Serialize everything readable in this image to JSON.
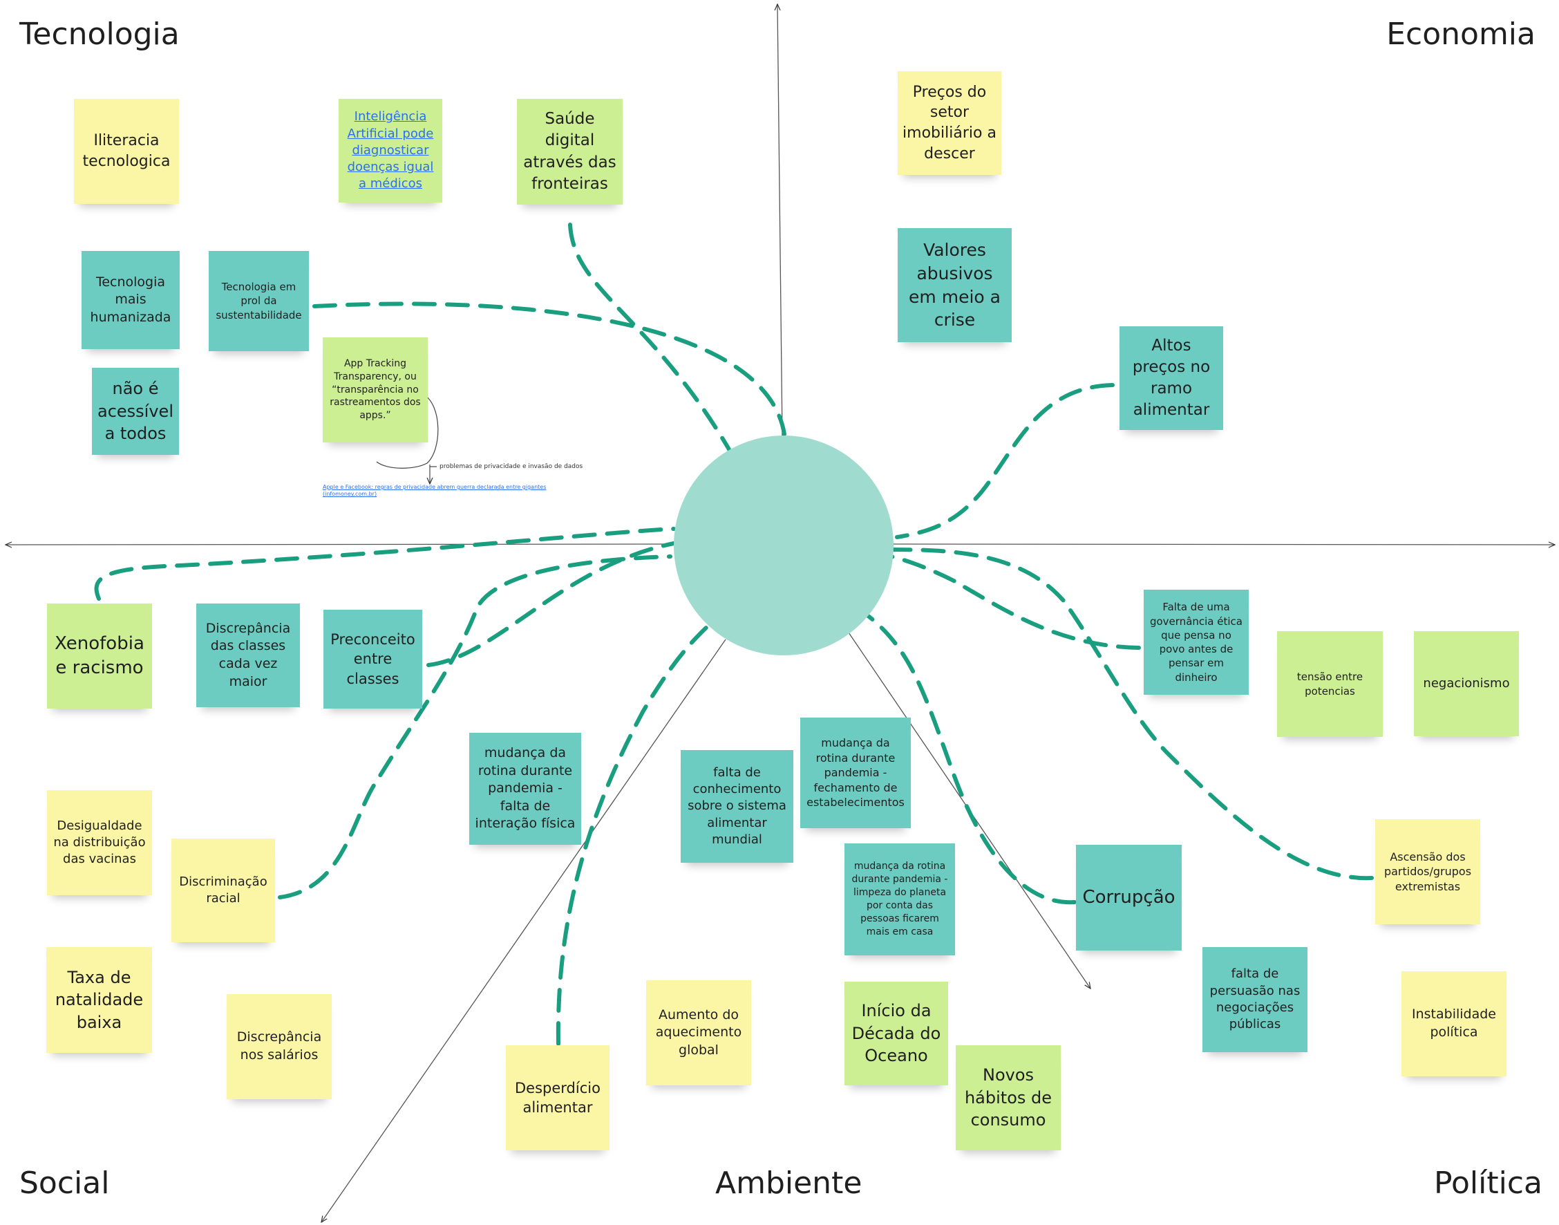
{
  "quadrants": {
    "tecnologia": "Tecnologia",
    "economia": "Economia",
    "social": "Social",
    "ambiente": "Ambiente",
    "politica": "Política"
  },
  "notes": {
    "iliteracia": "Iliteracia tecnologica",
    "ia_diagnostico": "Inteligência Artificial pode diagnosticar doenças igual a médicos",
    "saude_digital": "Saúde digital através das fronteiras",
    "tecnologia_humanizada": "Tecnologia mais humanizada",
    "tecnologia_sustentabilidade": "Tecnologia em prol da sustentabilidade",
    "nao_acessivel": "não é acessível a todos",
    "app_tracking": "App Tracking Transparency, ou “transparência no rastreamentos dos apps.”",
    "precos_imobiliario": "Preços do setor imobiliário a descer",
    "valores_abusivos": "Valores abusivos em meio a crise",
    "altos_precos": "Altos preços no ramo alimentar",
    "xenofobia": "Xenofobia e racismo",
    "discrepancia_classes": "Discrepância das classes cada vez maior",
    "preconceito_classes": "Preconceito entre classes",
    "mudanca_interacao": "mudança da rotina durante pandemia - falta de interação física",
    "falta_conhecimento": "falta de conhecimento sobre o sistema alimentar mundial",
    "mudanca_estabelecimentos": "mudança da rotina durante pandemia - fechamento de estabelecimentos",
    "mudanca_limpeza": "mudança da rotina durante pandemia - limpeza do planeta por conta das pessoas ficarem mais em casa",
    "governanca_etica": "Falta de uma governância ética que pensa no povo antes de pensar em dinheiro",
    "tensao_potencias": "tensão entre potencias",
    "negacionismo": "negacionismo",
    "desigualdade_vacinas": "Desigualdade na distribuição das vacinas",
    "discriminacao_racial": "Discriminação racial",
    "taxa_natalidade": "Taxa de natalidade baixa",
    "discrepancia_salarios": "Discrepância nos salários",
    "desperdicio": "Desperdício alimentar",
    "aquecimento": "Aumento do aquecimento global",
    "decada_oceano": "Início da Década do Oceano",
    "novos_habitos": "Novos hábitos de consumo",
    "corrupcao": "Corrupção",
    "falta_persuasao": "falta de persuasão nas negociações públicas",
    "ascensao_extremistas": "Ascensão dos partidos/grupos extremistas",
    "instabilidade": "Instabilidade política"
  },
  "annotations": {
    "privacidade": "problemas de privacidade e invasão de dados",
    "link_line1": "Apple e Facebook: regras de privacidade abrem guerra declarada entre gigantes",
    "link_line2": "(infomoney.com.br)"
  },
  "colors": {
    "yellow": "#fbf5a6",
    "green": "#cdef94",
    "teal": "#6cccc2",
    "hub": "#9fdccf",
    "connector": "#1a9e80"
  }
}
